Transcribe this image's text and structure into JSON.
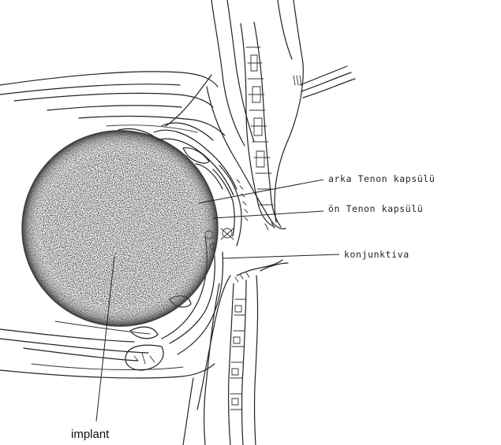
{
  "labels": {
    "arka_tenon": "arka Tenon kapsülü",
    "on_tenon": "ön Tenon kapsülü",
    "konjunktiva": "konjunktiva",
    "implant": "implant"
  }
}
